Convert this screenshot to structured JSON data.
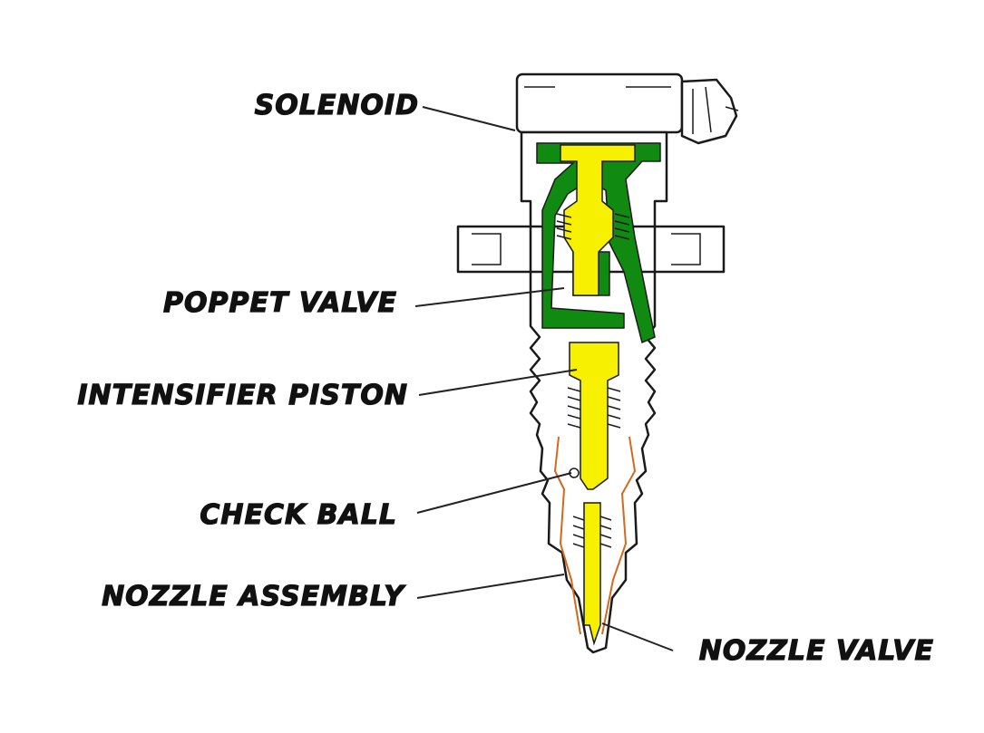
{
  "colors": {
    "oil_passage": "#118a11",
    "fuel_piston": "#f7f000",
    "fuel_line": "#d2691e",
    "outline": "#1a1a1a",
    "background": "#ffffff"
  },
  "callouts": {
    "solenoid": "SOLENOID",
    "poppet_valve": "POPPET VALVE",
    "intensifier_piston": "INTENSIFIER PISTON",
    "check_ball": "CHECK BALL",
    "nozzle_assembly": "NOZZLE ASSEMBLY",
    "nozzle_valve": "NOZZLE VALVE"
  }
}
